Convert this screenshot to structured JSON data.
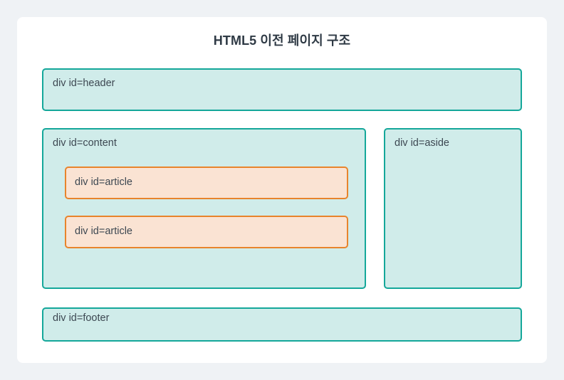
{
  "page": {
    "background_color": "#eff2f5",
    "card_background": "#ffffff",
    "title": "HTML5 이전 페이지 구조"
  },
  "colors": {
    "teal_border": "#14a79a",
    "teal_fill": "#d0ecea",
    "orange_border": "#e8842c",
    "orange_fill": "#fae3d3",
    "title_text": "#2f3a45",
    "label_text": "#3d4852"
  },
  "diagram": {
    "header": {
      "label": "div id=header"
    },
    "content": {
      "label": "div id=content"
    },
    "aside": {
      "label": "div id=aside"
    },
    "articles": [
      {
        "label": "div id=article"
      },
      {
        "label": "div id=article"
      }
    ],
    "footer": {
      "label": "div id=footer"
    }
  }
}
